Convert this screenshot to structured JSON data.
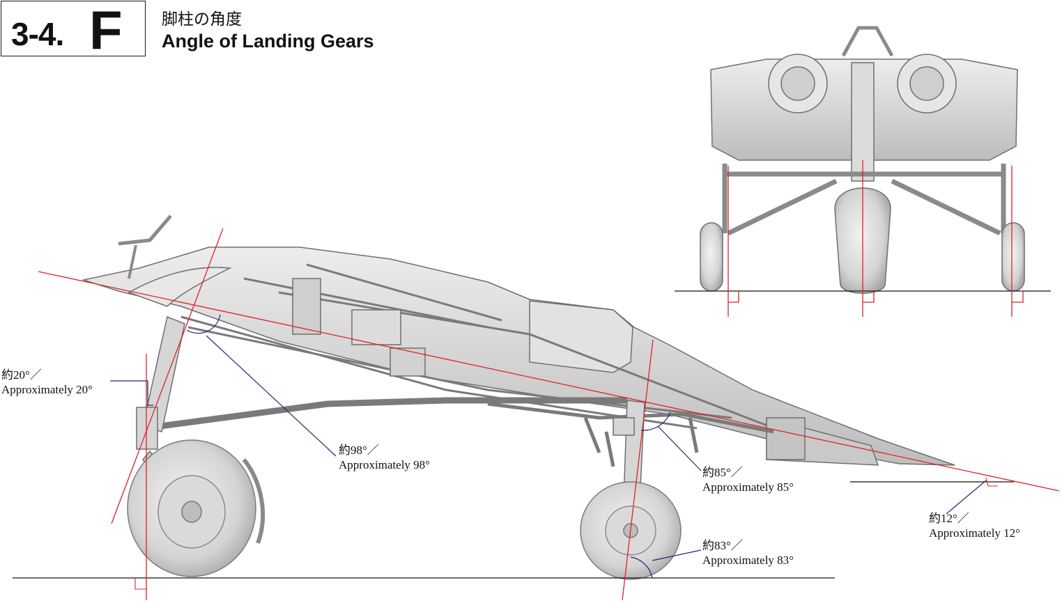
{
  "header": {
    "section_number": "3-4.",
    "section_letter": "F",
    "title_jp": "脚柱の角度",
    "title_en": "Angle of Landing Gears"
  },
  "callouts": [
    {
      "id": "main-gear-rake",
      "jp": "約20°／",
      "en": "Approximately 20°"
    },
    {
      "id": "main-gear-fuselage",
      "jp": "約98°／",
      "en": "Approximately 98°"
    },
    {
      "id": "nose-gear-fuselage",
      "jp": "約85°／",
      "en": "Approximately 85°"
    },
    {
      "id": "nose-gear-ground",
      "jp": "約83°／",
      "en": "Approximately 83°"
    },
    {
      "id": "fuselage-ground",
      "jp": "約12°／",
      "en": "Approximately 12°"
    }
  ],
  "colors": {
    "reference_line": "#e0202a",
    "leader_line": "#1c2a78",
    "ground_line": "#111111",
    "airframe_fill": "#d9d9d9",
    "airframe_stroke": "#6e6e6e",
    "tire_fill": "#cfcfcf"
  }
}
